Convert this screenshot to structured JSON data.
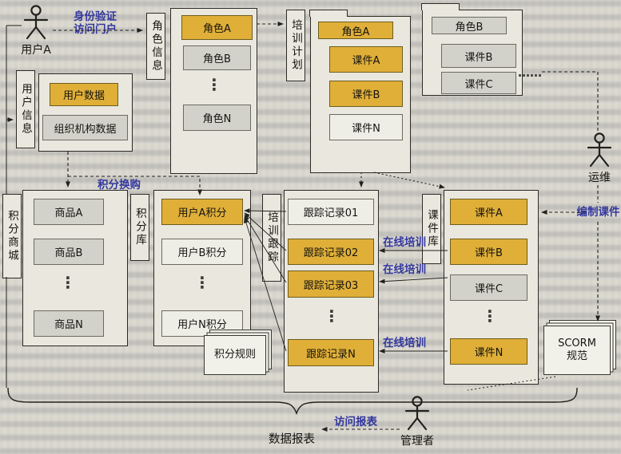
{
  "colors": {
    "gold": "#e0af38",
    "gray": "#d3d2ca",
    "paper": "#e9e7de",
    "accent_blue": "#33379d"
  },
  "actors": {
    "user_a": "用户A",
    "ops": "运维",
    "manager": "管理者"
  },
  "flow_labels": {
    "auth_line1": "身份验证",
    "auth_line2": "访问门户",
    "points_redeem": "积分换购",
    "online_training": "在线培训",
    "compile_courseware": "编制课件",
    "access_report": "访问报表",
    "data_report": "数据报表",
    "ellipsis_v": "⋮",
    "ellipsis_h": "……"
  },
  "user_info": {
    "tab": "用户信息",
    "items": [
      "用户数据",
      "组织机构数据"
    ]
  },
  "role_info": {
    "tab": "角色信息",
    "items": [
      "角色A",
      "角色B",
      "角色N"
    ]
  },
  "training_plan": {
    "tab": "培训计划"
  },
  "role_a_folder": {
    "title": "角色A",
    "items": [
      "课件A",
      "课件B",
      "课件N"
    ]
  },
  "role_b_folder": {
    "title": "角色B",
    "items": [
      "课件B",
      "课件C"
    ]
  },
  "points_mall": {
    "tab": "积分商城",
    "items": [
      "商品A",
      "商品B",
      "商品N"
    ]
  },
  "points_lib": {
    "tab": "积分库",
    "items": [
      "用户A积分",
      "用户B积分",
      "用户N积分"
    ],
    "rules_doc": "积分规则"
  },
  "tracking": {
    "tab": "培训跟踪",
    "items": [
      "跟踪记录01",
      "跟踪记录02",
      "跟踪记录03",
      "跟踪记录N"
    ]
  },
  "courseware_lib": {
    "tab": "课件库",
    "items": [
      "课件A",
      "课件B",
      "课件C",
      "课件N"
    ]
  },
  "scorm": {
    "line1": "SCORM",
    "line2": "规范"
  }
}
